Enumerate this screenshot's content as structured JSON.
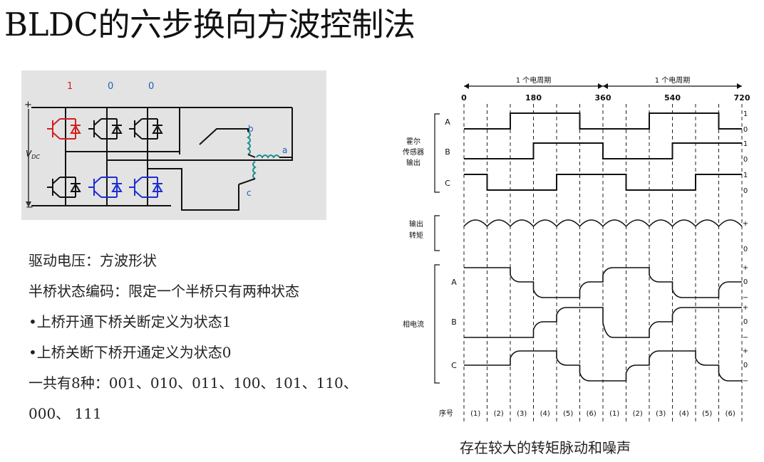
{
  "title": "BLDC的六步换向方波控制法",
  "inverter": {
    "state_labels": [
      "1",
      "0",
      "0"
    ],
    "plus": "+",
    "minus": "−",
    "vdc": "V",
    "vdc_sub": "DC",
    "winding_labels": [
      "b",
      "a",
      "c"
    ],
    "colors": {
      "active_upper": "#d11f1f",
      "active_lower": "#1f2ed1",
      "winding": "#1e8c8c",
      "state_label": "#1f5fbf",
      "background": "#e3e3e3"
    }
  },
  "notes": [
    "驱动电压：方波形状",
    "半桥状态编码：限定一个半桥只有两种状态",
    "•上桥开通下桥关断定义为状态1",
    "•上桥关断下桥开通定义为状态0",
    "一共有8种：001、010、011、100、101、110、",
    "000、 111"
  ],
  "timing": {
    "period_label": "1 个电周期",
    "angles": [
      "0",
      "180",
      "360",
      "540",
      "720"
    ],
    "hall_group": [
      "霍尔",
      "传感器",
      "输出"
    ],
    "torque_group": [
      "输出",
      "转矩"
    ],
    "current_group": "相电流",
    "phase_letters": [
      "A",
      "B",
      "C"
    ],
    "hall_level_labels": [
      "1",
      "0"
    ],
    "torque_level_labels": [
      "+",
      "0"
    ],
    "current_level_labels": [
      "+",
      "0",
      "−"
    ],
    "seq_label": "序号",
    "steps": [
      "(1)",
      "(2)",
      "(3)",
      "(4)",
      "(5)",
      "(6)",
      "(1)",
      "(2)",
      "(3)",
      "(4)",
      "(5)",
      "(6)"
    ]
  },
  "caption": "存在较大的转矩脉动和噪声"
}
